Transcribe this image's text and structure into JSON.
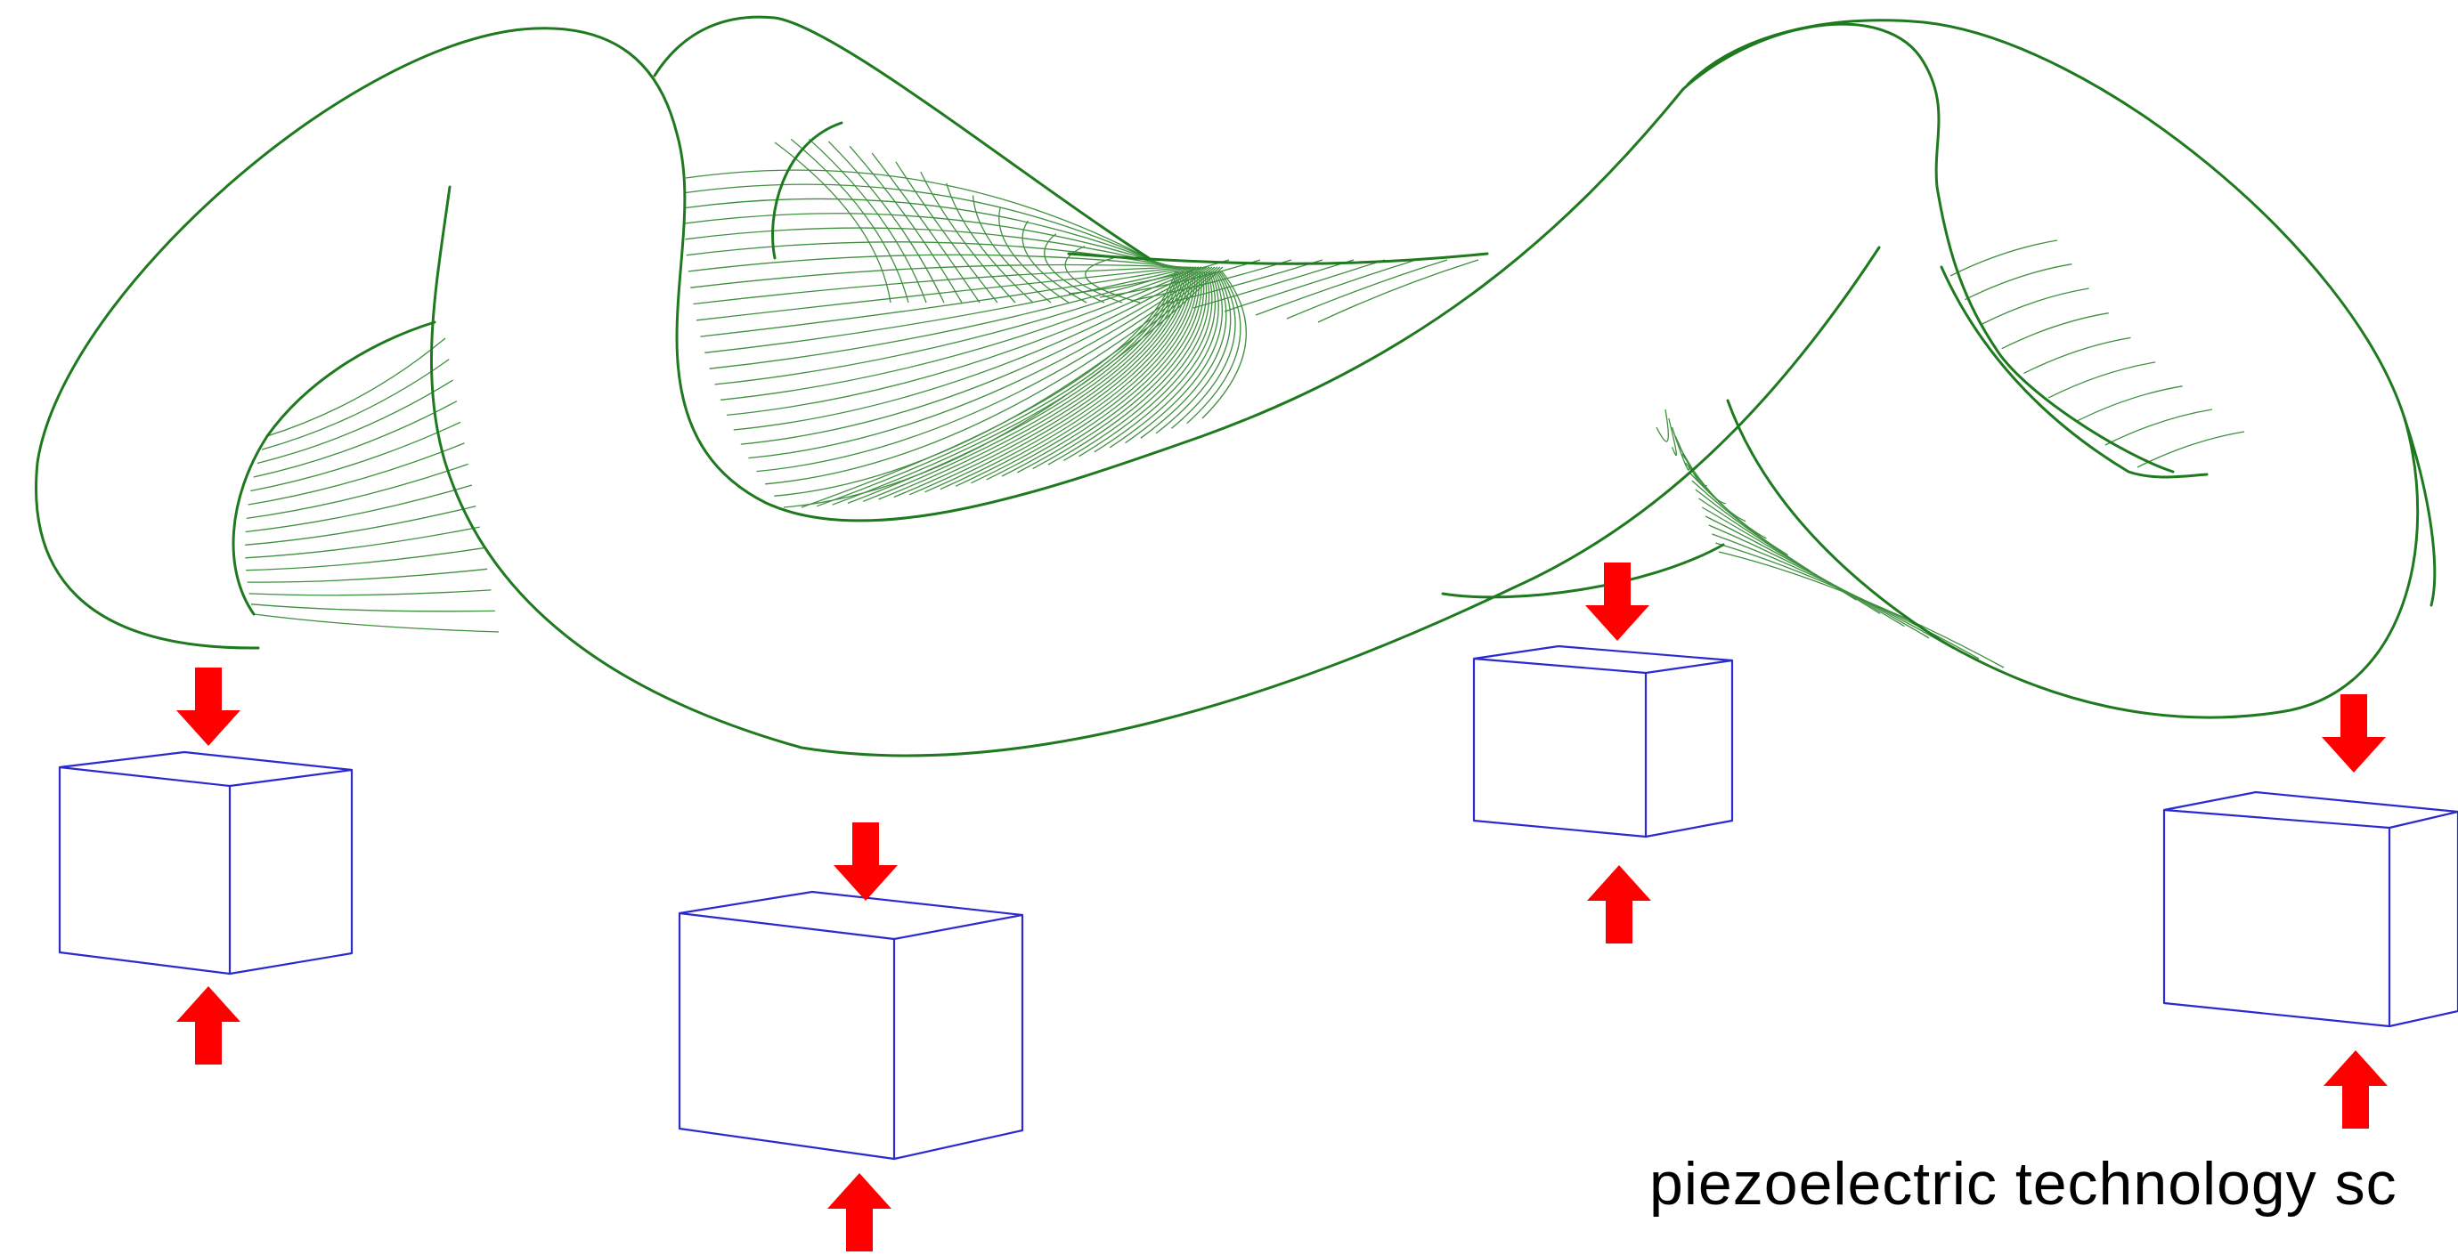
{
  "diagram": {
    "caption": "piezoelectric technology sc",
    "colors": {
      "ribbon": "#1f7a1f",
      "ribbon_hatch": "#3f8f3f",
      "block": "#2a2ad0",
      "arrow": "#ff0000",
      "caption": "#000000",
      "background": "#ffffff"
    },
    "elements": {
      "ribbon": "twisted-ribbon-sculpture",
      "blocks": [
        "piezo-block-1",
        "piezo-block-2",
        "piezo-block-3",
        "piezo-block-4"
      ],
      "arrows": [
        "down-arrow-icon",
        "up-arrow-icon"
      ]
    }
  }
}
